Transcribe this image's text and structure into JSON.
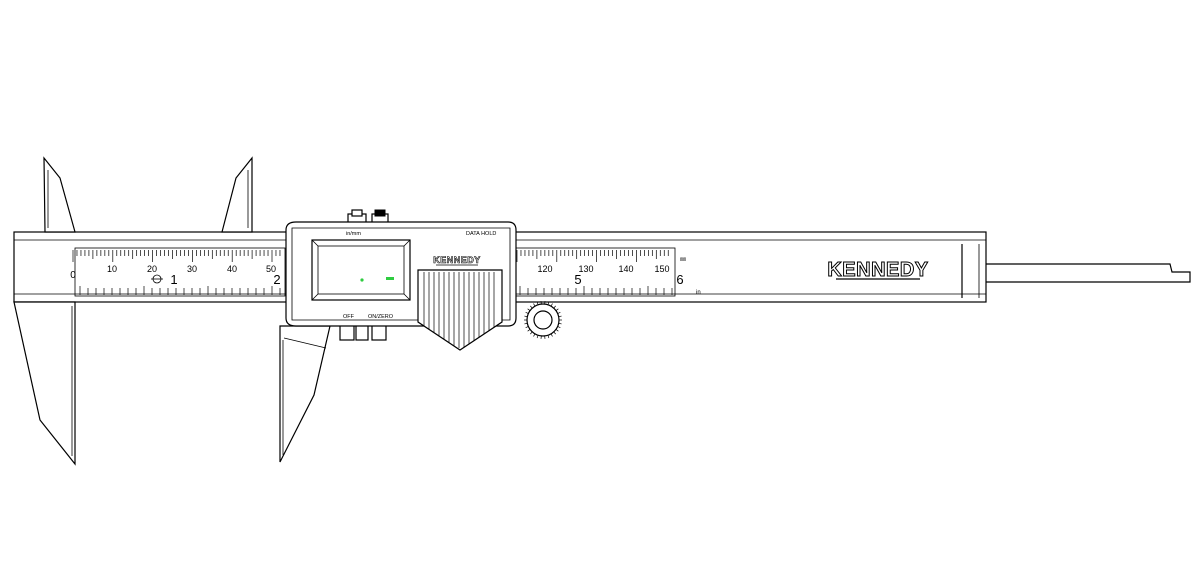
{
  "brand": {
    "main_logo": "KENNEDY",
    "head_logo": "KENNEDY"
  },
  "head": {
    "unit_label": "in/mm",
    "hold_label": "DATA HOLD",
    "off_label": "OFF",
    "on_zero_label": "ON/ZERO",
    "lcd_indicator_color": "#2ecc40"
  },
  "scale": {
    "mm_labels_left": [
      "0",
      "10",
      "20",
      "30",
      "40",
      "50"
    ],
    "mm_labels_right": [
      "120",
      "130",
      "140",
      "150"
    ],
    "inch_labels_left": [
      "1",
      "2"
    ],
    "inch_labels_right": [
      "5",
      "6"
    ],
    "rail_marks": [
      "㎜",
      "in"
    ]
  },
  "icons": {
    "thumb_wheel": "thumb-wheel-icon",
    "lock_screw": "lock-screw-icon"
  }
}
